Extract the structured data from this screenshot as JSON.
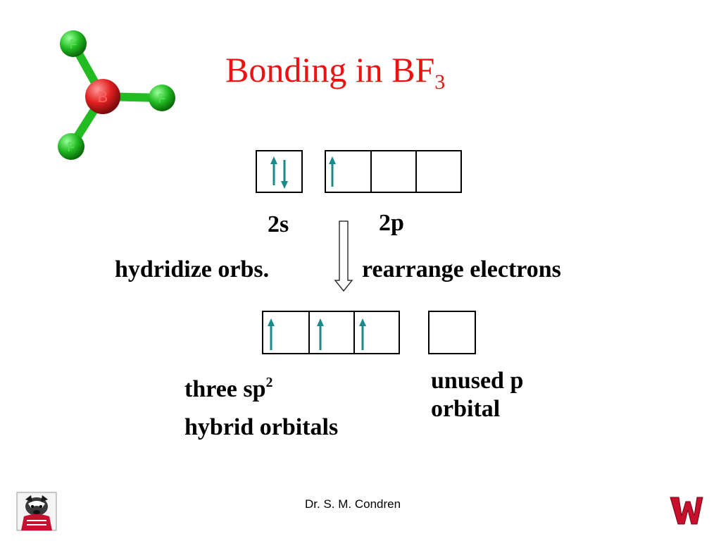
{
  "title": {
    "main": "Bonding in BF",
    "subscript": "3"
  },
  "molecule": {
    "central_atom": "B",
    "outer_atom": "F",
    "central_color": "#e02020",
    "outer_color": "#22bb22",
    "bond_color": "#22bb22"
  },
  "labels": {
    "s_orbital": "2s",
    "p_orbital": "2p",
    "left_step": "hydridize orbs.",
    "right_step": "rearrange electrons",
    "hybrid_line1_prefix": "three sp",
    "hybrid_line1_sup": "2",
    "hybrid_line2": "hybrid orbitals",
    "unused_line1": "unused p",
    "unused_line2": "orbital"
  },
  "orbitals": {
    "before": {
      "s": [
        "up-down"
      ],
      "p": [
        "up",
        "empty",
        "empty"
      ]
    },
    "after": {
      "sp2": [
        "up",
        "up",
        "up"
      ],
      "p": [
        "empty"
      ]
    }
  },
  "colors": {
    "title": "#ee1111",
    "electron_arrow": "#1a8a8a"
  },
  "footer": {
    "author": "Dr. S. M. Condren"
  }
}
